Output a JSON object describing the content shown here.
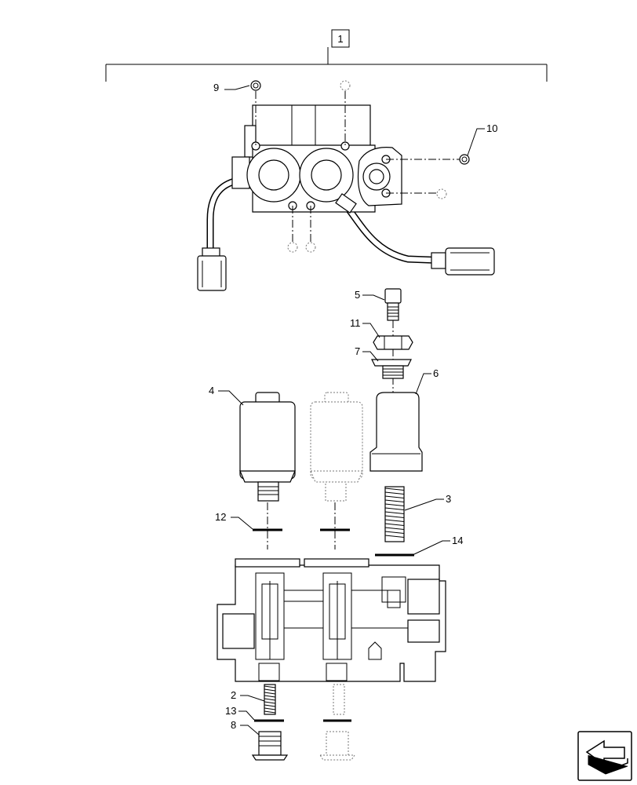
{
  "assembly_label": "1",
  "callouts": {
    "c2": "2",
    "c3": "3",
    "c4": "4",
    "c5": "5",
    "c6": "6",
    "c7": "7",
    "c8": "8",
    "c9": "9",
    "c10": "10",
    "c11": "11",
    "c12": "12",
    "c13": "13",
    "c14": "14"
  },
  "nav_icon": "next-page-arrow-icon"
}
